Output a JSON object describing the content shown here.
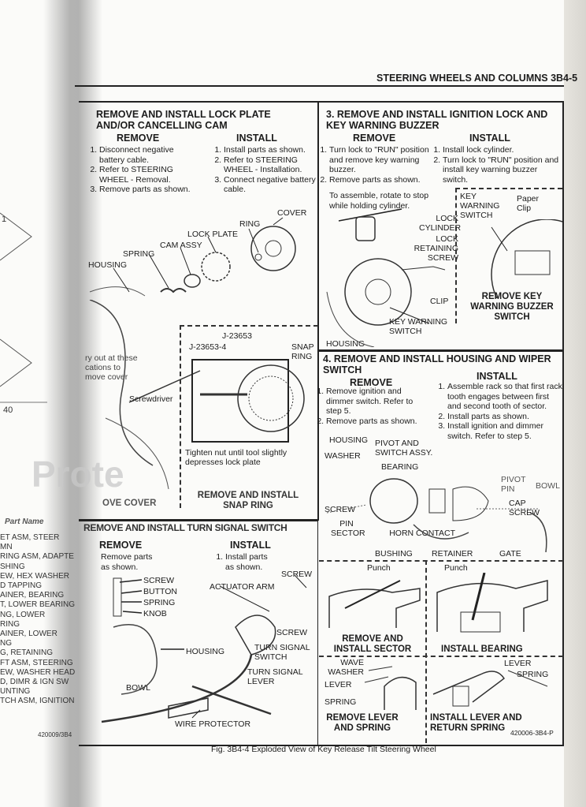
{
  "header": {
    "title": "STEERING WHEELS AND COLUMNS  3B4-5"
  },
  "watermark": "Prote",
  "left_page": {
    "numbers": [
      "1",
      "40"
    ],
    "part_name_header": "Part Name",
    "parts": [
      "ET ASM, STEER",
      "MN",
      "RING ASM, ADAPTE",
      "SHING",
      "EW, HEX WASHER",
      "D TAPPING",
      "AINER, BEARING",
      "T, LOWER BEARING",
      "NG, LOWER",
      "RING",
      "AINER, LOWER",
      "NG",
      "G, RETAINING",
      "FT ASM, STEERING",
      "EW, WASHER HEAD",
      "D, DIMR & IGN SW",
      "UNTING",
      "TCH ASM, IGNITION"
    ],
    "fig_code": "420009/3B4",
    "notes": [
      "ry out at these",
      "cations to",
      "move cover"
    ]
  },
  "section2": {
    "title": "REMOVE AND INSTALL LOCK PLATE AND/OR CANCELLING CAM",
    "remove_heading": "REMOVE",
    "install_heading": "INSTALL",
    "remove_steps": [
      "Disconnect negative battery cable.",
      "Refer to STEERING WHEEL - Removal.",
      "Remove parts as shown."
    ],
    "install_steps": [
      "Install parts as shown.",
      "Refer to STEERING WHEEL - Installation.",
      "Connect negative battery cable."
    ],
    "labels": {
      "cover": "COVER",
      "ring": "RING",
      "lock_plate": "LOCK PLATE",
      "cam_assy": "CAM ASSY",
      "spring": "SPRING",
      "housing": "HOUSING",
      "screwdriver": "Screwdriver",
      "tool1": "J-23653",
      "tool2": "J-23653-4",
      "snap_ring": "SNAP RING",
      "tighten_note": "Tighten nut until tool slightly depresses lock plate"
    },
    "caption_cover": "OVE COVER",
    "caption_snap": "REMOVE AND INSTALL SNAP RING"
  },
  "section3": {
    "title": "3. REMOVE AND INSTALL IGNITION LOCK AND KEY WARNING BUZZER",
    "remove_heading": "REMOVE",
    "install_heading": "INSTALL",
    "remove_steps": [
      "Turn lock to \"RUN\" position and remove key warning buzzer.",
      "Remove parts as shown."
    ],
    "install_steps": [
      "Install lock cylinder.",
      "Turn lock to \"RUN\" position and install key warning buzzer switch."
    ],
    "note": "To assemble, rotate to stop while holding cylinder.",
    "labels": {
      "lock_cylinder": "LOCK CYLINDER",
      "lock_retaining_screw": "LOCK RETAINING SCREW",
      "clip": "CLIP",
      "key_warning_switch": "KEY WARNING SWITCH",
      "housing": "HOUSING",
      "inset_switch": "KEY WARNING SWITCH",
      "paper_clip": "Paper Clip"
    },
    "inset_caption": "REMOVE KEY WARNING BUZZER SWITCH"
  },
  "section4": {
    "title": "4. REMOVE AND INSTALL HOUSING AND WIPER SWITCH",
    "remove_heading": "REMOVE",
    "install_heading": "INSTALL",
    "remove_steps": [
      "Remove ignition and dimmer switch. Refer to step 5.",
      "Remove parts as shown."
    ],
    "install_steps": [
      "Assemble rack so that first rack tooth engages between first and second tooth of sector.",
      "Install parts as shown.",
      "Install ignition and dimmer switch. Refer to step 5."
    ],
    "labels": {
      "housing": "HOUSING",
      "washer": "WASHER",
      "pivot": "PIVOT AND SWITCH ASSY.",
      "bearing": "BEARING",
      "pivot_pin": "PIVOT PIN",
      "bowl": "BOWL",
      "cap_screw": "CAP SCREW",
      "screw": "SCREW",
      "pin_sector": "PIN SECTOR",
      "horn_contact": "HORN CONTACT",
      "bushing": "BUSHING",
      "retainer": "RETAINER",
      "gate": "GATE",
      "punch": "Punch",
      "wave_washer": "WAVE WASHER",
      "lever": "LEVER",
      "spring": "SPRING"
    },
    "captions": {
      "sector": "REMOVE AND INSTALL SECTOR",
      "bearing": "INSTALL BEARING",
      "lever_spring": "REMOVE LEVER AND SPRING",
      "return_spring": "INSTALL LEVER AND RETURN SPRING"
    },
    "fig_code": "420006-3B4-P"
  },
  "section5": {
    "title": "REMOVE AND INSTALL TURN SIGNAL SWITCH",
    "remove_heading": "REMOVE",
    "install_heading": "INSTALL",
    "remove_steps": [
      "Remove parts as shown."
    ],
    "install_steps": [
      "Install parts as shown."
    ],
    "labels": {
      "screw": "SCREW",
      "button": "BUTTON",
      "spring": "SPRING",
      "knob": "KNOB",
      "actuator_arm": "ACTUATOR ARM",
      "screw2": "SCREW",
      "screw3": "SCREW",
      "housing": "HOUSING",
      "turn_signal_switch": "TURN SIGNAL SWITCH",
      "turn_signal_lever": "TURN SIGNAL LEVER",
      "bowl": "BOWL",
      "wire_protector": "WIRE PROTECTOR"
    }
  },
  "figure_caption": "Fig. 3B4-4 Exploded View of Key Release Tilt Steering Wheel"
}
